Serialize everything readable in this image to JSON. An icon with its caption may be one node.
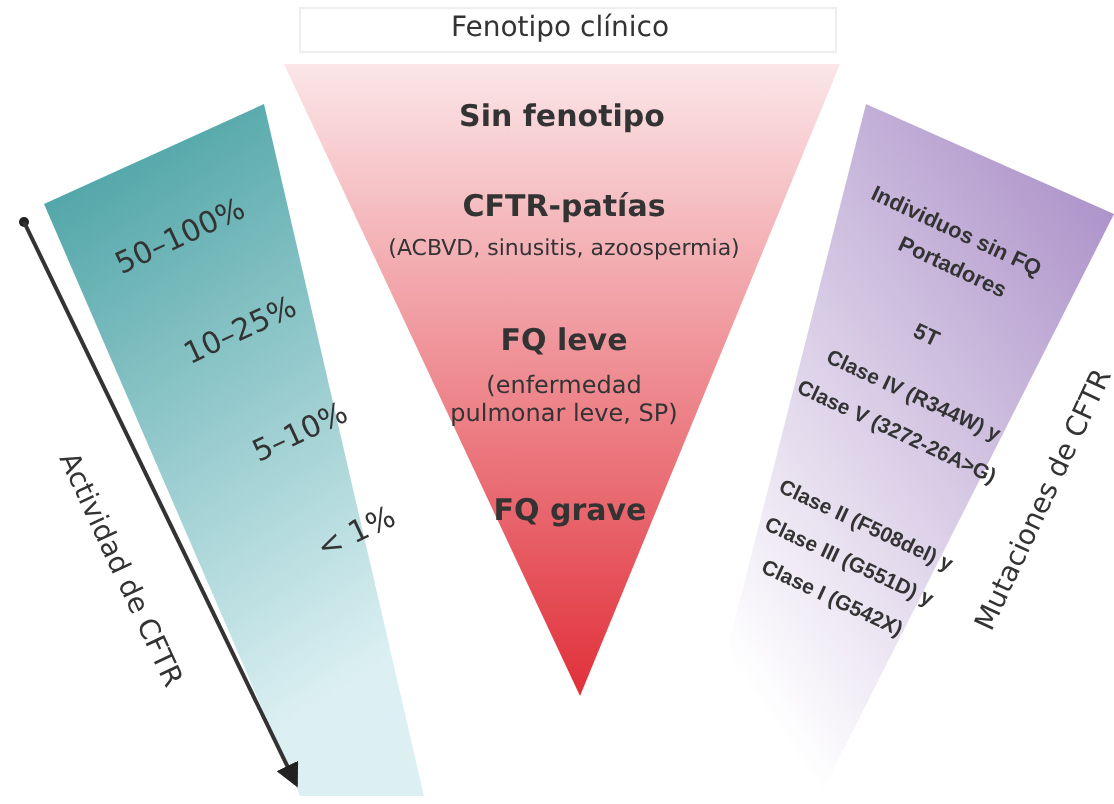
{
  "diagram": {
    "nodes": [
      {
        "text": [
          "50–100%",
          "10–25%",
          "5–10%",
          "< 1%"
        ],
        "beside": [
          "Actividad de CFTR"
        ]
      },
      {
        "text": [
          "Fenotipo clínico",
          "Sin fenotipo",
          "CFTR-patías",
          "(ACBVD, sinusitis, azoospermia)",
          "FQ leve",
          "(enfermedad pulmonar leve, SP)",
          "FQ grave"
        ]
      },
      {
        "text": [
          "Individuos sin FQ",
          "Portadores",
          "5T",
          "Clase IV (R344W) y Clase V (3272-26A>G)",
          "Clase II (F508del) y Clase III (G551D) y Clase I (G542X)"
        ],
        "beside": [
          "Mutaciones de CFTR"
        ]
      }
    ],
    "edges": []
  }
}
